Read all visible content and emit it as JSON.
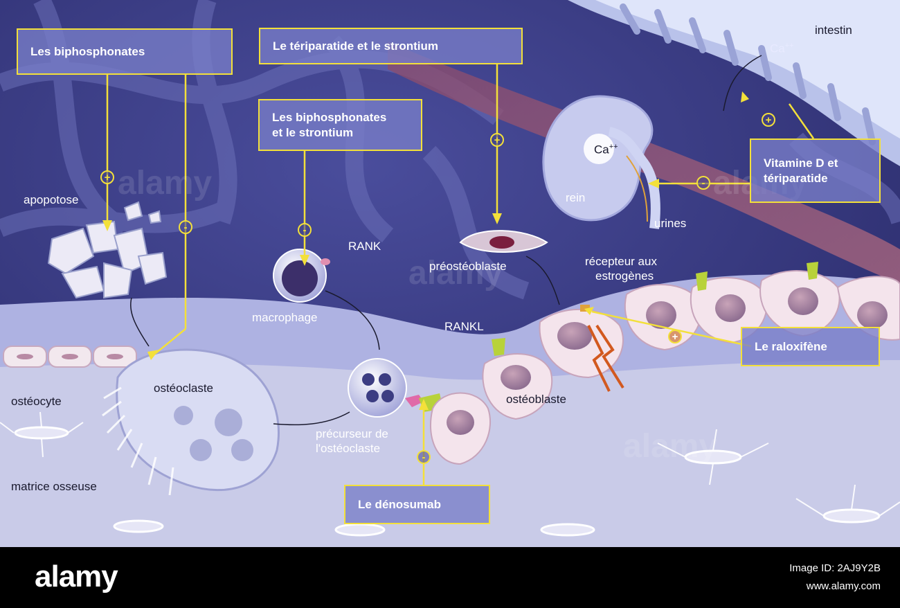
{
  "boxes": {
    "biphos": "Les biphosphonates",
    "teri_stron": "Le tériparatide et le strontium",
    "biphos_stron_1": "Les biphosphonates",
    "biphos_stron_2": "et le strontium",
    "vitd_1": "Vitamine D et",
    "vitd_2": "tériparatide",
    "ralox": "Le raloxifène",
    "denos": "Le dénosumab"
  },
  "labels": {
    "intestin": "intestin",
    "ca_intestin": "Ca",
    "ca_rein": "Ca",
    "charge": "++",
    "rein": "rein",
    "urines": "urines",
    "apoptose": "apopotose",
    "rank": "RANK",
    "macrophage": "macrophage",
    "preosteoblaste": "préostéoblaste",
    "recepteur_1": "récepteur aux",
    "recepteur_2": "estrogènes",
    "rankl": "RANKL",
    "osteoclaste": "ostéoclaste",
    "osteocyte": "ostéocyte",
    "precurseur_1": "précurseur de",
    "precurseur_2": "l'ostéoclaste",
    "osteoblaste": "ostéoblaste",
    "matrice": "matrice osseuse"
  },
  "signs": {
    "plus": "+",
    "minus": "-"
  },
  "footer": {
    "logo": "alamy",
    "image_id": "Image ID: 2AJ9Y2B",
    "site": "www.alamy.com"
  },
  "colors": {
    "box_border": "#f3e03a",
    "background": "#3d3f8a",
    "bone": "#c9cbe8"
  }
}
